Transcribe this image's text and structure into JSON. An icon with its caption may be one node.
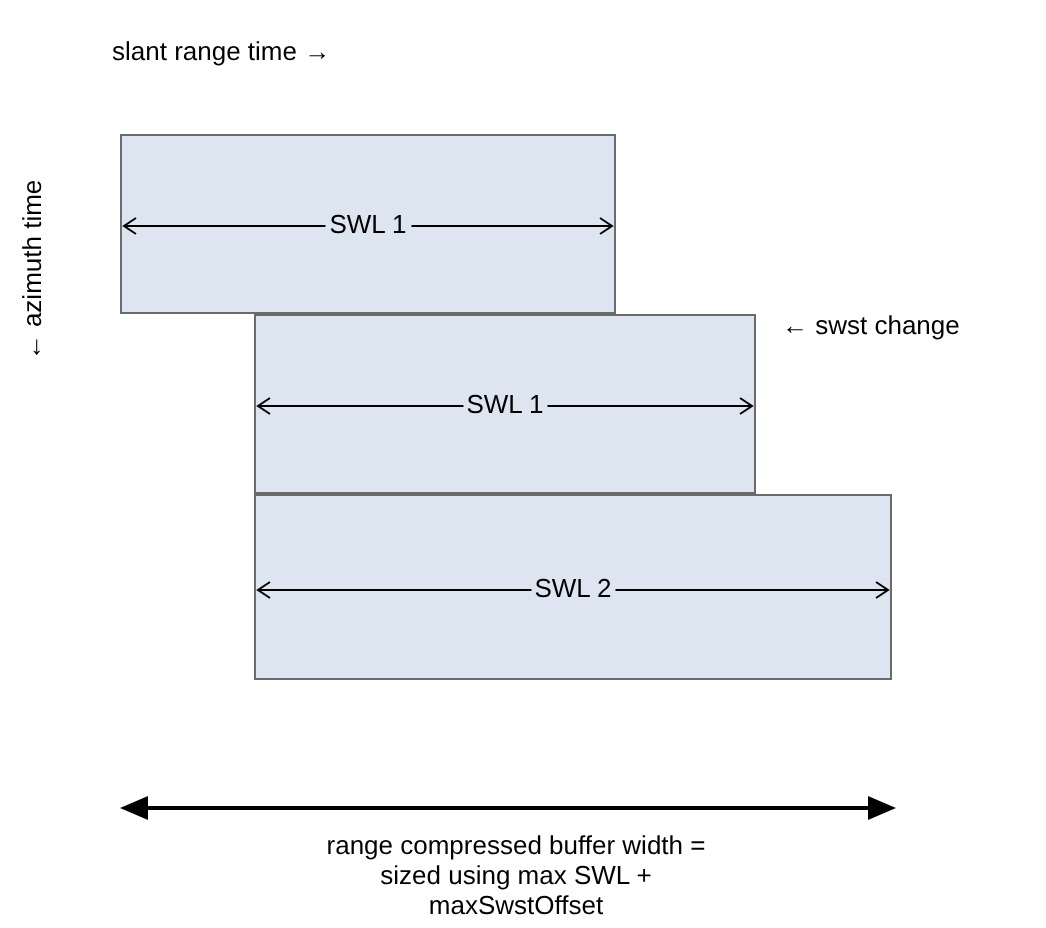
{
  "diagram": {
    "nodes": [
      {
        "text": [
          "SWL 1"
        ]
      },
      {
        "text": [
          "SWL 1"
        ]
      },
      {
        "text": [
          "SWL 2"
        ]
      }
    ],
    "labels": [
      "slant range time →",
      "← azimuth time",
      "← swst change",
      "range compressed buffer width = sized using max SWL + maxSwstOffset"
    ]
  }
}
